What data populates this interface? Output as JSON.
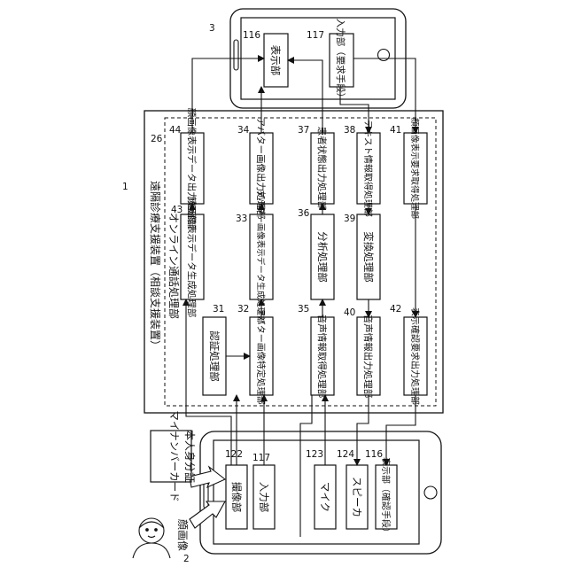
{
  "labels": {
    "ref_system": "1",
    "ref_terminal_doctor": "3",
    "ref_terminal_patient": "2",
    "ref_call_unit": "26",
    "system_name": "遠隔診療支援装置（相談支援装置）",
    "call_unit_name": "オンライン通話処理部",
    "face_image": "顔画像",
    "id_verification": "本人身分証",
    "my_number_card": "マイナンバーカード"
  },
  "terminal3": {
    "display": {
      "ref": "116",
      "text": "表示部"
    },
    "input": {
      "ref": "117",
      "text": "入力部（要求手段）"
    }
  },
  "blocks": {
    "b44": {
      "ref": "44",
      "text": "顔画像表示データ出力処理部"
    },
    "b34": {
      "ref": "34",
      "text": "アバター画像出力処理部"
    },
    "b37": {
      "ref": "37",
      "text": "患者状態出力処理部"
    },
    "b38": {
      "ref": "38",
      "text": "テキスト情報取得処理部"
    },
    "b41": {
      "ref": "41",
      "text": "顔画像表示要求取得処理部"
    },
    "b43": {
      "ref": "43",
      "text": "顔画像表示データ生成処理部"
    },
    "b33": {
      "ref": "33",
      "text": "アバター画像表示データ生成処理部"
    },
    "b36": {
      "ref": "36",
      "text": "分析処理部"
    },
    "b39": {
      "ref": "39",
      "text": "変換処理部"
    },
    "b31": {
      "ref": "31",
      "text": "認証処理部"
    },
    "b32": {
      "ref": "32",
      "text": "アバター画像特定処理部"
    },
    "b35": {
      "ref": "35",
      "text": "音声情報取得処理部"
    },
    "b40": {
      "ref": "40",
      "text": "音声情報出力処理部"
    },
    "b42": {
      "ref": "42",
      "text": "表示確認要求出力処理部"
    }
  },
  "terminal2": {
    "camera": {
      "ref": "122",
      "text": "撮像部"
    },
    "input": {
      "ref": "117",
      "text": "入力部"
    },
    "mic": {
      "ref": "123",
      "text": "マイク"
    },
    "speaker": {
      "ref": "124",
      "text": "スピーカ"
    },
    "display": {
      "ref": "116",
      "text": "表示部（確認手段）"
    }
  }
}
